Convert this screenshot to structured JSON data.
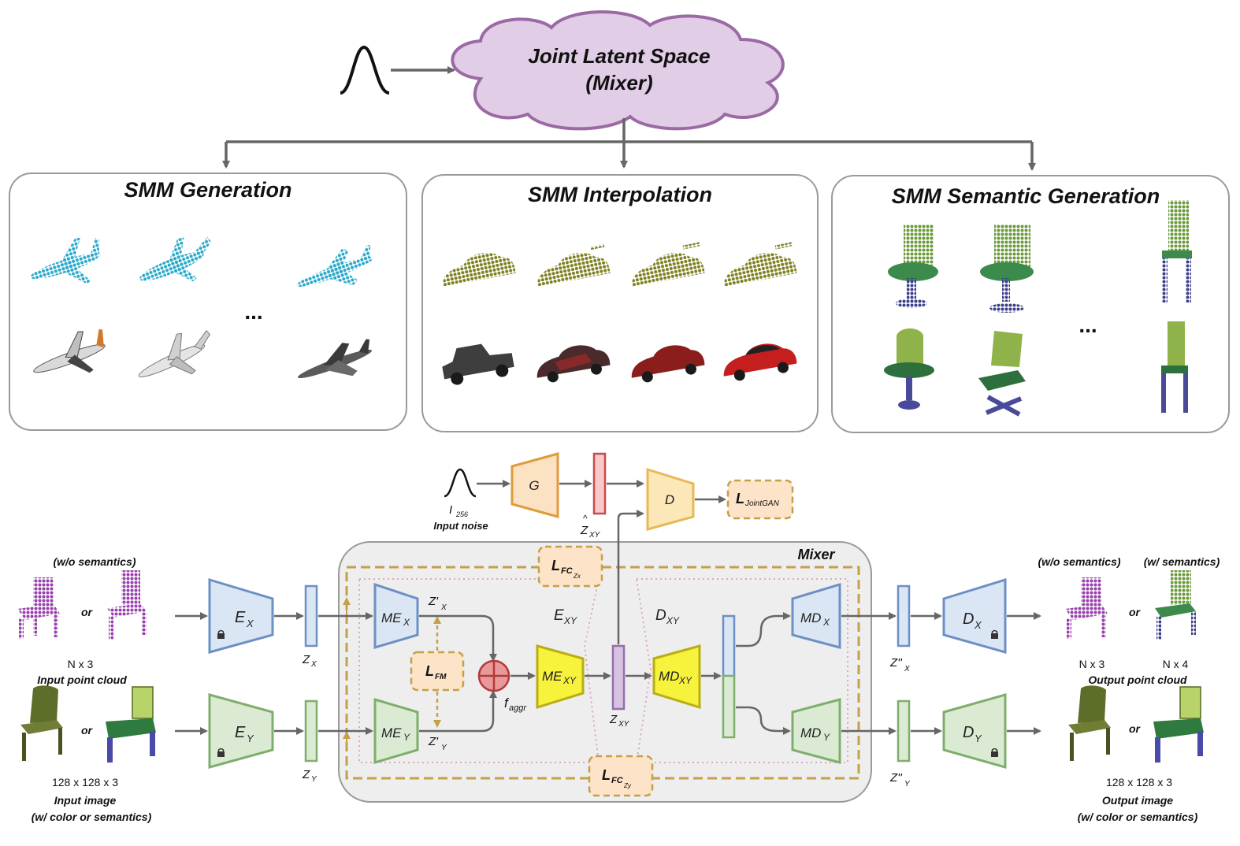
{
  "top": {
    "cloud_line1": "Joint Latent Space",
    "cloud_line2": "(Mixer)"
  },
  "panels": {
    "generation": "SMM Generation",
    "interpolation": "SMM Interpolation",
    "semantic": "SMM Semantic Generation",
    "ellipsis": "..."
  },
  "gan": {
    "noise_dim": "I",
    "noise_dim_sub": "256",
    "noise_label": "Input noise",
    "G": "G",
    "zhat": "Z",
    "zhat_sub": "XY",
    "D": "D",
    "loss": "L",
    "loss_sub": "JointGAN"
  },
  "mixer": {
    "title": "Mixer",
    "exy": "E",
    "exy_sub": "XY",
    "dxy": "D",
    "dxy_sub": "XY",
    "lfm": "L",
    "lfm_sub": "FM",
    "faggr": "f",
    "faggr_sub": "aggr",
    "lfczx": "L",
    "lfczx_sub": "FC",
    "lfczx_subsub": "Zx",
    "lfczy": "L",
    "lfczy_sub": "FC",
    "lfczy_subsub": "Zy"
  },
  "blocks": {
    "ex": "E",
    "ex_sub": "X",
    "ey": "E",
    "ey_sub": "Y",
    "mex": "ME",
    "mex_sub": "X",
    "mey": "ME",
    "mey_sub": "Y",
    "mexy": "ME",
    "mexy_sub": "XY",
    "mdxy": "MD",
    "mdxy_sub": "XY",
    "mdx": "MD",
    "mdx_sub": "X",
    "mdy": "MD",
    "mdy_sub": "Y",
    "dx": "D",
    "dx_sub": "X",
    "dy": "D",
    "dy_sub": "Y"
  },
  "latents": {
    "zx": "Z",
    "zx_sub": "X",
    "zy": "Z",
    "zy_sub": "Y",
    "zpx": "Z'",
    "zpx_sub": "X",
    "zpy": "Z'",
    "zpy_sub": "Y",
    "zxy": "Z",
    "zxy_sub": "XY",
    "zppx": "Z''",
    "zppx_sub": "X",
    "zppy": "Z''",
    "zppy_sub": "Y"
  },
  "inputs": {
    "wo_semantics": "(w/o semantics)",
    "or": "or",
    "pc_dim": "N x 3",
    "pc_label": "Input point cloud",
    "img_dim": "128 x 128 x 3",
    "img_label": "Input image",
    "img_sub": "(w/ color or semantics)"
  },
  "outputs": {
    "wo_semantics": "(w/o semantics)",
    "w_semantics": "(w/ semantics)",
    "or": "or",
    "pc_dim_a": "N x 3",
    "pc_dim_b": "N x 4",
    "pc_label": "Output point cloud",
    "img_dim": "128 x 128 x 3",
    "img_label": "Output image",
    "img_sub": "(w/ color or semantics)"
  },
  "colors": {
    "cloud_fill": "#e2cde6",
    "cloud_stroke": "#9b6aa5",
    "pc_blue": "#dbe6f5",
    "pc_blue_stroke": "#6d90c4",
    "img_green": "#dbebd3",
    "img_green_stroke": "#7fae6c",
    "gen_orange": "#fbe2c2",
    "gen_orange_stroke": "#df9a3c",
    "disc_yellow": "#fbe7b8",
    "disc_yellow_stroke": "#e7b957",
    "mix_yellow": "#f7f23c",
    "mix_yellow_stroke": "#b9ad15",
    "zxy_purple": "#d7c2e2",
    "zxy_purple_stroke": "#9470a8",
    "loss_dash": "#c4a04a",
    "aggr_red": "#e89a9a",
    "aggr_stroke": "#b33a3a",
    "mixer_bg": "#eeeeee",
    "plane": "#29a9c9",
    "car": "#7d7f1e",
    "chair_green": "#3d8a4d",
    "chair_purple": "#9a3fae"
  },
  "icons": [
    "gaussian-icon",
    "lock-icon",
    "airplane-icon",
    "car-icon",
    "chair-icon"
  ]
}
